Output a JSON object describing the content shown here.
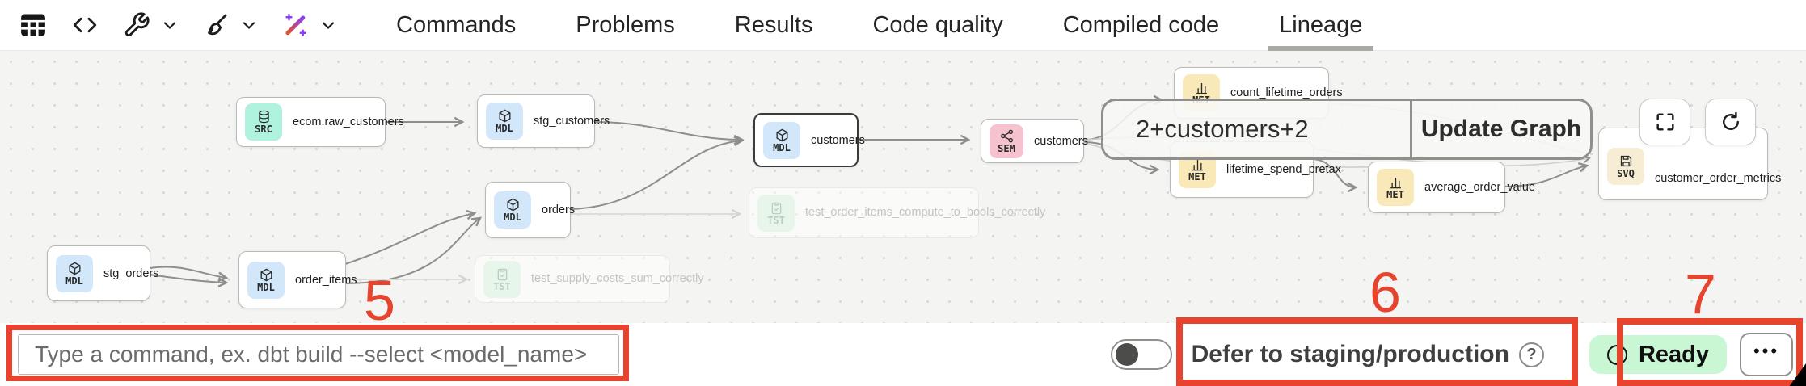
{
  "header": {
    "toolbar_icons": [
      "table",
      "code",
      "wrench",
      "chevron-down",
      "broom",
      "chevron-down",
      "magic-wand",
      "chevron-down"
    ],
    "tabs": [
      "Commands",
      "Problems",
      "Results",
      "Code quality",
      "Compiled code",
      "Lineage"
    ],
    "active_tab": "Lineage"
  },
  "graph": {
    "nodes": [
      {
        "type": "SRC",
        "label": "ecom.raw_customers"
      },
      {
        "type": "MDL",
        "label": "stg_customers"
      },
      {
        "type": "MDL",
        "label": "customers",
        "selected": true
      },
      {
        "type": "SEM",
        "label": "customers"
      },
      {
        "type": "MET",
        "label": "count_lifetime_orders"
      },
      {
        "type": "MET",
        "label": "lifetime_spend_pretax"
      },
      {
        "type": "MET",
        "label": "average_order_value"
      },
      {
        "type": "SVQ",
        "label": "customer_order_metrics"
      },
      {
        "type": "MDL",
        "label": "stg_orders"
      },
      {
        "type": "MDL",
        "label": "order_items"
      },
      {
        "type": "MDL",
        "label": "orders"
      },
      {
        "type": "TST",
        "label": "test_order_items_compute_to_bools_correctly",
        "faded": true
      },
      {
        "type": "TST",
        "label": "test_supply_costs_sum_correctly",
        "faded": true
      }
    ],
    "selector": {
      "value": "2+customers+2",
      "button": "Update Graph"
    }
  },
  "bottom_bar": {
    "command_placeholder": "Type a command, ex. dbt build --select <model_name>",
    "defer_label": "Defer to staging/production",
    "defer_state": "off",
    "help": "?",
    "status_label": "Ready",
    "more": "•••"
  },
  "annotations": {
    "color": "#e8432c",
    "numbers": [
      "5",
      "6",
      "7"
    ]
  },
  "colors": {
    "src_badge": "#aff2dd",
    "mdl_badge": "#d3e7fa",
    "sem_badge": "#f6c2cd",
    "met_badge": "#fae9b8",
    "svq_badge": "#f7ecd4",
    "tst_badge": "#e7f5ea",
    "ready_bg": "#c9f7d4",
    "annotation": "#e8432c"
  }
}
